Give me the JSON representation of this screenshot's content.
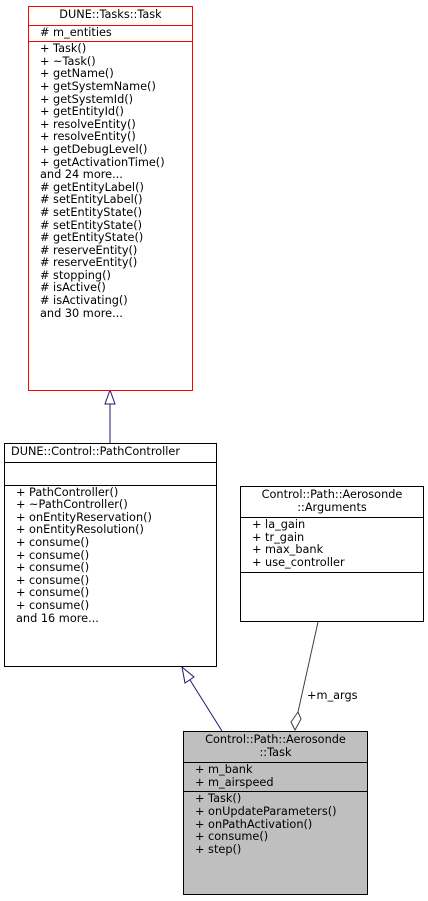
{
  "classes": {
    "task": {
      "title": "DUNE::Tasks::Task",
      "attributes": [
        "# m_entities"
      ],
      "methods": [
        "+ Task()",
        "+ ~Task()",
        "+ getName()",
        "+ getSystemName()",
        "+ getSystemId()",
        "+ getEntityId()",
        "+ resolveEntity()",
        "+ resolveEntity()",
        "+ getDebugLevel()",
        "+ getActivationTime()",
        "and 24 more...",
        "# getEntityLabel()",
        "# setEntityLabel()",
        "# setEntityState()",
        "# setEntityState()",
        "# getEntityState()",
        "# reserveEntity()",
        "# reserveEntity()",
        "# stopping()",
        "# isActive()",
        "# isActivating()",
        "and 30 more..."
      ]
    },
    "path_controller": {
      "title": "DUNE::Control::PathController",
      "attributes": [],
      "methods": [
        "+ PathController()",
        "+ ~PathController()",
        "+ onEntityReservation()",
        "+ onEntityResolution()",
        "+ consume()",
        "+ consume()",
        "+ consume()",
        "+ consume()",
        "+ consume()",
        "+ consume()",
        "and 16 more..."
      ]
    },
    "arguments": {
      "title_line1": "Control::Path::Aerosonde",
      "title_line2": "::Arguments",
      "attributes": [
        "+ la_gain",
        "+ tr_gain",
        "+ max_bank",
        "+ use_controller"
      ],
      "methods": []
    },
    "aerosonde_task": {
      "title_line1": "Control::Path::Aerosonde",
      "title_line2": "::Task",
      "attributes": [
        "+ m_bank",
        "+ m_airspeed"
      ],
      "methods": [
        "+ Task()",
        "+ onUpdateParameters()",
        "+ onPathActivation()",
        "+ consume()",
        "+ step()"
      ]
    }
  },
  "edges": {
    "aggregation_label": "+m_args"
  },
  "colors": {
    "highlight_border": "#ff0000",
    "inheritance_edge": "#191970",
    "aggregation_edge": "#404040",
    "focus_fill": "#bfbfbf"
  }
}
